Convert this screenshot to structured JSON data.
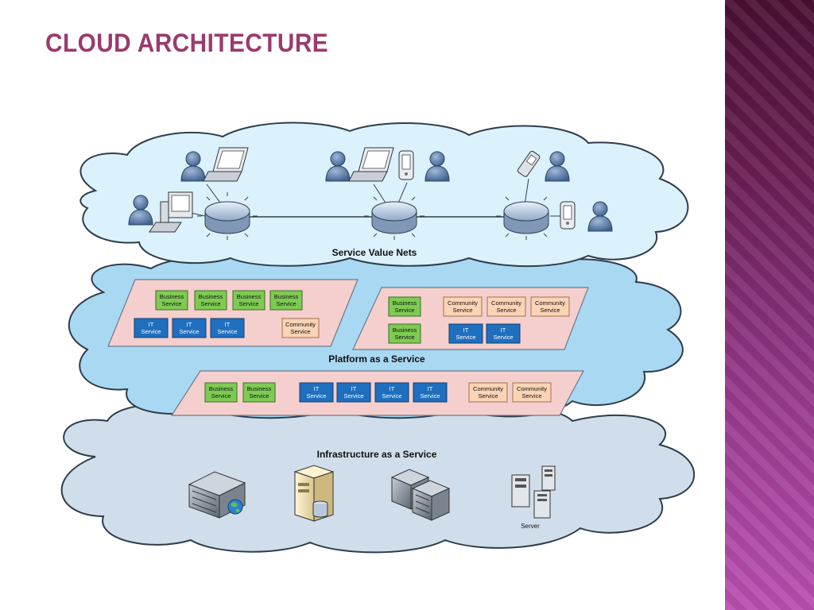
{
  "slide": {
    "title": "CLOUD ARCHITECTURE"
  },
  "colors": {
    "title": "#9b3a6c",
    "business": "#7ecb54",
    "it": "#1f6fbf",
    "community": "#fbd3b5",
    "panel": "#f5cfcd",
    "cloud_top": "#d9f0fb",
    "cloud_mid": "#a9d8f3",
    "cloud_bottom": "#cfe0ec"
  },
  "layers": {
    "service_value_nets": {
      "label": "Service Value Nets"
    },
    "paas": {
      "label": "Platform as a Service"
    },
    "iaas": {
      "label": "Infrastructure as a Service"
    }
  },
  "service_labels": {
    "business": [
      "Business",
      "Service"
    ],
    "it": [
      "IT",
      "Service"
    ],
    "community": [
      "Community",
      "Service"
    ]
  },
  "servers": {
    "label": "Server"
  },
  "icons": [
    "user-icon",
    "laptop-icon",
    "desktop-computer-icon",
    "pda-icon",
    "mobile-phone-icon",
    "network-hub-icon",
    "server-rack-icon",
    "globe-icon",
    "database-server-icon",
    "server-cluster-icon",
    "tower-server-icon"
  ]
}
